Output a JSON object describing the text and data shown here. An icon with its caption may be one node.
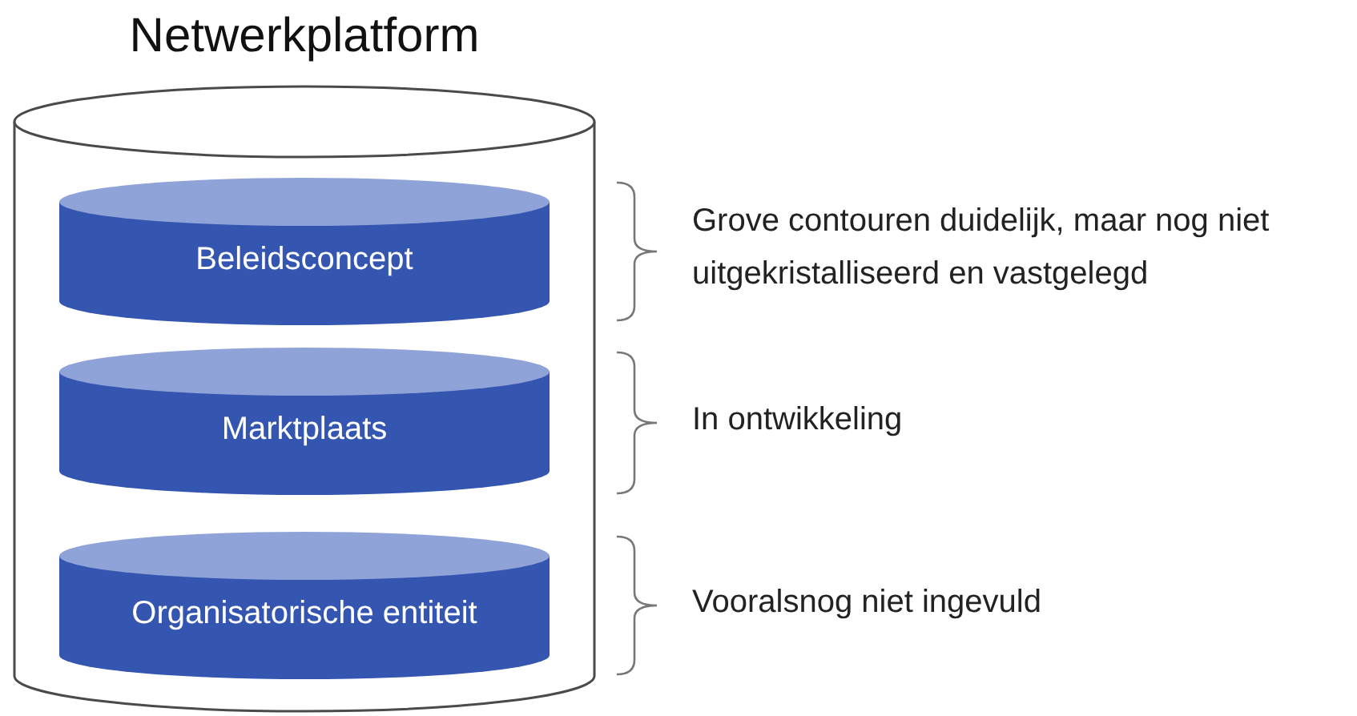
{
  "diagram": {
    "nodes": [
      {
        "text": [
          "Netwerkplatform"
        ]
      },
      {
        "text": [
          "Beleidsconcept"
        ],
        "in": 0
      },
      {
        "text": [
          "Marktplaats"
        ],
        "in": 0
      },
      {
        "text": [
          "Organisatorische entiteit"
        ],
        "in": 0
      }
    ],
    "labels": [
      "Grove contouren duidelijk, maar nog niet uitgekristalliseerd en vastgelegd",
      "In ontwikkeling",
      "Vooralsnog niet ingevuld"
    ]
  }
}
